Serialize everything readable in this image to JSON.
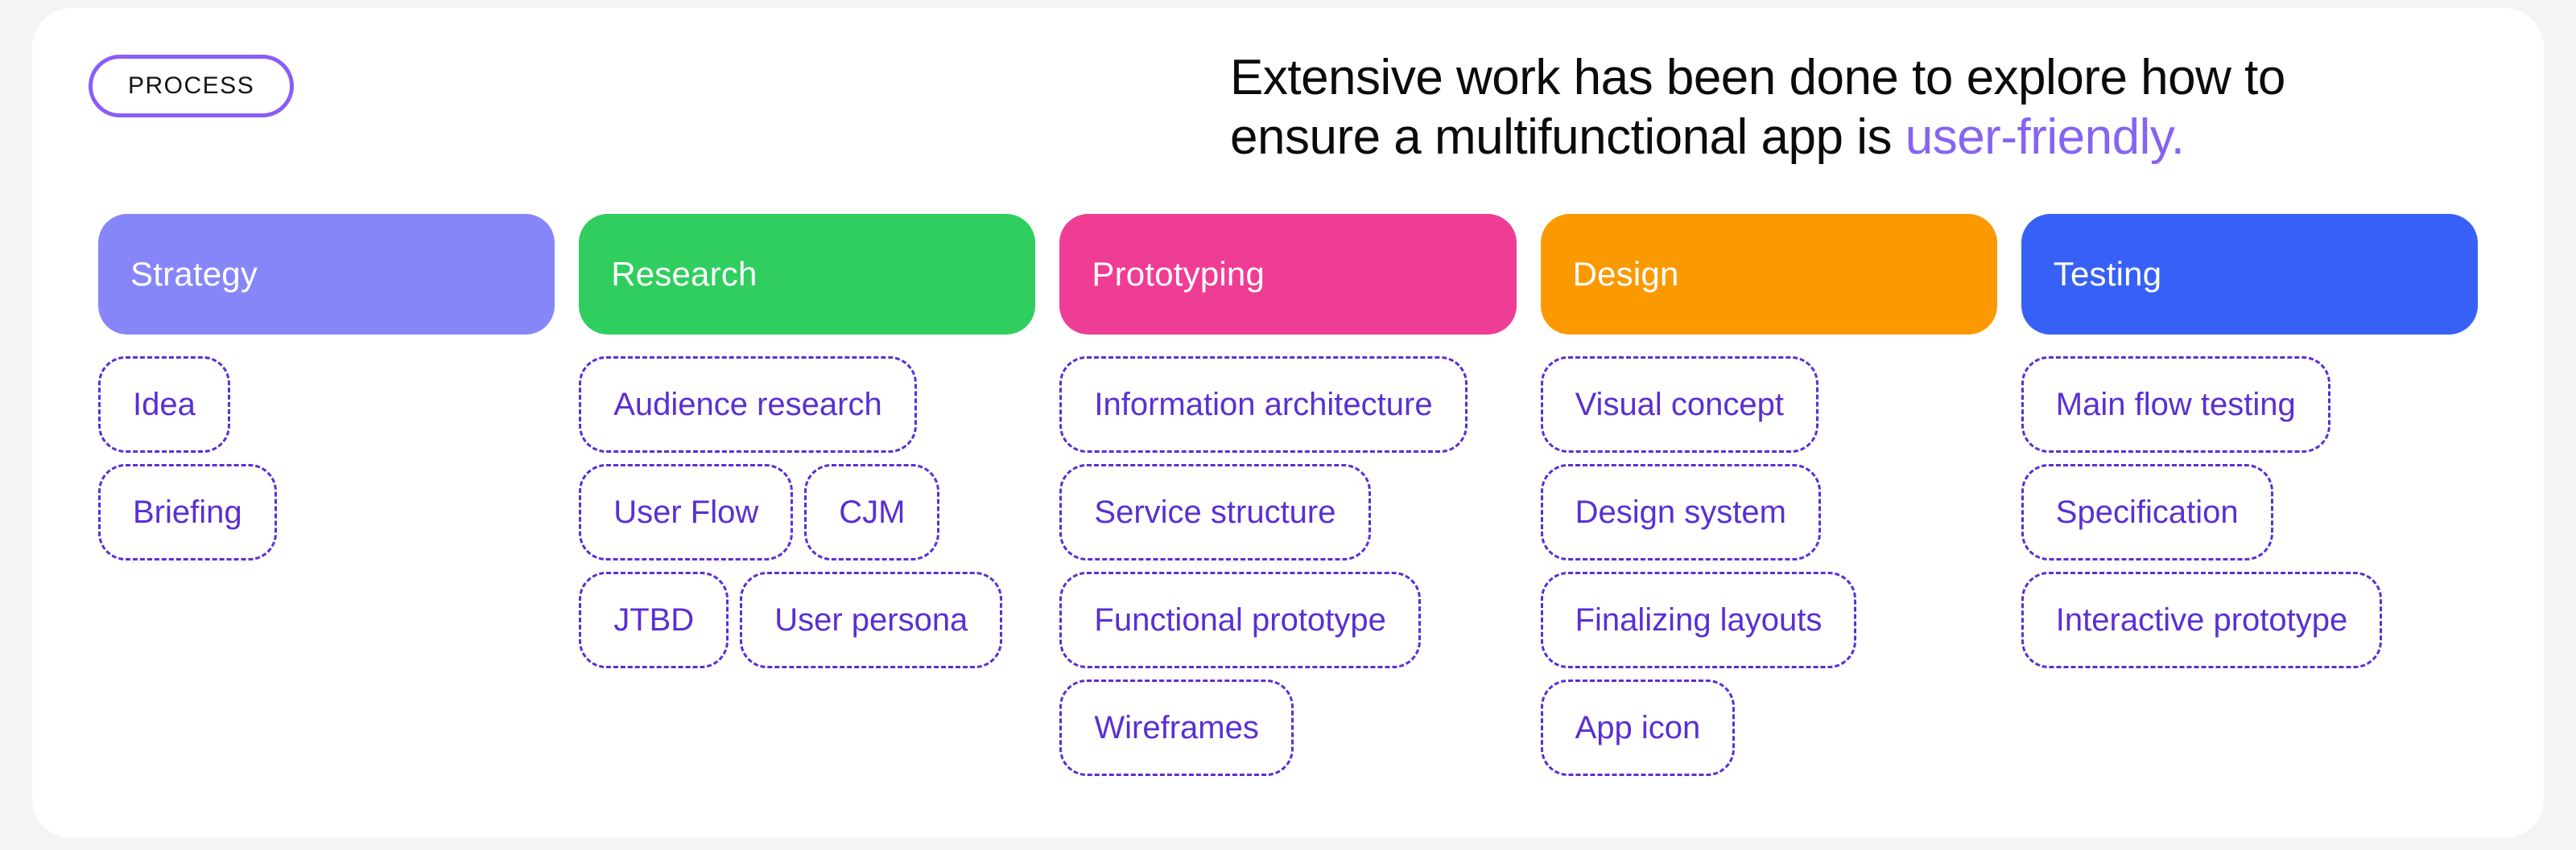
{
  "canvas": {
    "background": "#F4F4F5",
    "card_background": "#FFFFFF"
  },
  "badge": {
    "label": "PROCESS",
    "border_color": "#8B5CF6"
  },
  "headline": {
    "line1": "Extensive work has been done to explore how to",
    "line2_prefix": "ensure a multifunctional app is ",
    "line2_accent": "user-friendly.",
    "accent_color": "#8763F3"
  },
  "tag_style": {
    "border_color": "#5A2FD3",
    "text_color": "#5A2FD3"
  },
  "columns": [
    {
      "id": "strategy",
      "label": "Strategy",
      "color": "#8786F9",
      "rows": [
        [
          "Idea"
        ],
        [
          "Briefing"
        ]
      ]
    },
    {
      "id": "research",
      "label": "Research",
      "color": "#2FCE5F",
      "rows": [
        [
          "Audience research"
        ],
        [
          "User Flow",
          "CJM"
        ],
        [
          "JTBD",
          "User persona"
        ]
      ]
    },
    {
      "id": "prototyping",
      "label": "Prototyping",
      "color": "#EF3C95",
      "rows": [
        [
          "Information architecture"
        ],
        [
          "Service structure"
        ],
        [
          "Functional prototype"
        ],
        [
          "Wireframes"
        ]
      ]
    },
    {
      "id": "design",
      "label": "Design",
      "color": "#FB9A00",
      "rows": [
        [
          "Visual concept"
        ],
        [
          "Design system"
        ],
        [
          "Finalizing layouts"
        ],
        [
          "App icon"
        ]
      ]
    },
    {
      "id": "testing",
      "label": "Testing",
      "color": "#3761F6",
      "rows": [
        [
          "Main flow testing"
        ],
        [
          "Specification"
        ],
        [
          "Interactive prototype"
        ]
      ]
    }
  ]
}
